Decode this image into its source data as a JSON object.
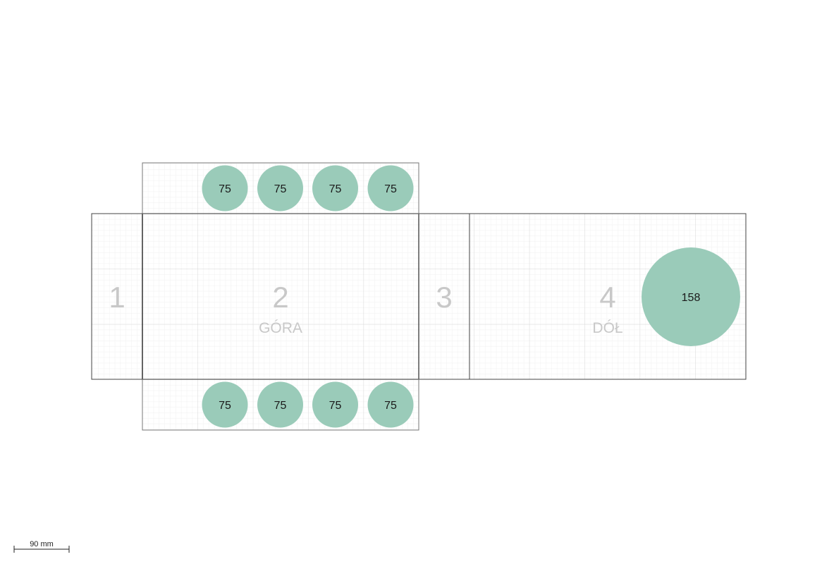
{
  "panels": [
    {
      "number": "1",
      "label": ""
    },
    {
      "number": "2",
      "label": "GÓRA"
    },
    {
      "number": "3",
      "label": ""
    },
    {
      "number": "4",
      "label": "DÓŁ"
    }
  ],
  "holes": {
    "top_flap": [
      "75",
      "75",
      "75",
      "75"
    ],
    "bottom_flap": [
      "75",
      "75",
      "75",
      "75"
    ],
    "bottom_panel": [
      "158"
    ]
  },
  "scale": {
    "label": "90 mm"
  },
  "colors": {
    "hole_fill": "#9acbb9",
    "grid_minor": "#ececec",
    "grid_major": "#d6d6d6",
    "outline": "#222222"
  }
}
